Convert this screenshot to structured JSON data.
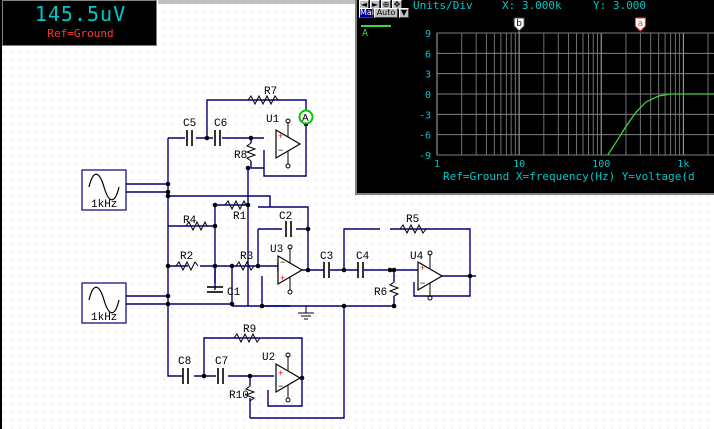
{
  "meter": {
    "value": "145.5uV",
    "reference": "Ref=Ground"
  },
  "plotter": {
    "toolbar": {
      "main_btn": "Main",
      "auto_btn": "Auto"
    },
    "header": {
      "units": "Units/Div",
      "x_readout": "X: 3.000k",
      "y_readout": "Y: 3.000"
    },
    "trace_label": "A",
    "cursor_b": "b",
    "cursor_a": "a",
    "status": "Ref=Ground  X=frequency(Hz) Y=voltage(d",
    "colors": {
      "background": "#000000",
      "text": "#00c8c8",
      "trace": "#40d040",
      "cursor_a": "#ff3030"
    }
  },
  "chart_data": {
    "type": "line",
    "x_scale": "log",
    "x_ticks": [
      "1",
      "10",
      "100",
      "1k"
    ],
    "y_ticks": [
      "9",
      "6",
      "3",
      "0",
      "-3",
      "-6",
      "-9"
    ],
    "xlim": [
      1,
      2500
    ],
    "ylim": [
      -9,
      9
    ],
    "grid": true,
    "series": [
      {
        "name": "A",
        "x": [
          120,
          150,
          200,
          260,
          350,
          500,
          700,
          1000,
          1500,
          2500
        ],
        "y": [
          -9,
          -7.2,
          -4.8,
          -2.8,
          -1.2,
          -0.3,
          0,
          0,
          0,
          0
        ]
      }
    ]
  },
  "circuit": {
    "sources": [
      {
        "label": "1kHz"
      },
      {
        "label": "1kHz"
      }
    ],
    "components": {
      "R1": "R1",
      "R2": "R2",
      "R3": "R3",
      "R4": "R4",
      "R5": "R5",
      "R6": "R6",
      "R7": "R7",
      "R8": "R8",
      "R9": "R9",
      "R10": "R10",
      "C1": "C1",
      "C2": "C2",
      "C3": "C3",
      "C4": "C4",
      "C5": "C5",
      "C6": "C6",
      "C7": "C7",
      "C8": "C8",
      "U1": "U1",
      "U2": "U2",
      "U3": "U3",
      "U4": "U4"
    },
    "probe": "A"
  }
}
